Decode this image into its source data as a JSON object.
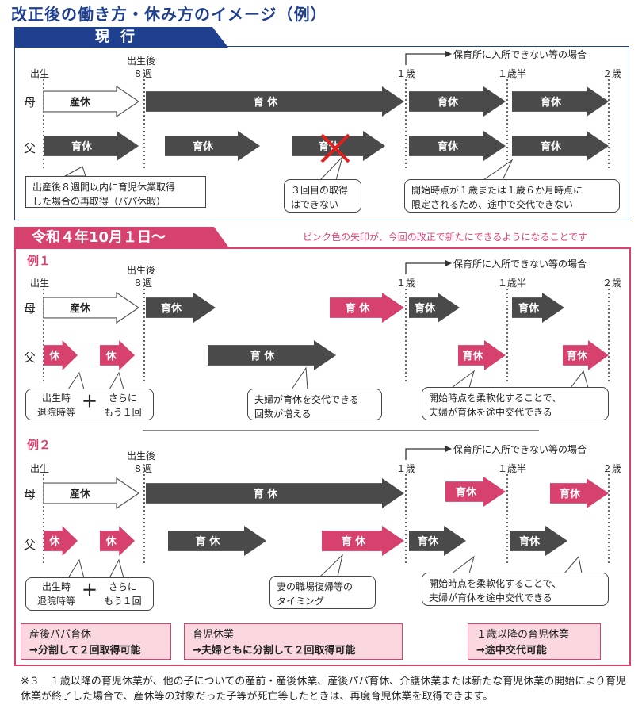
{
  "title": "改正後の働き方・休み方のイメージ（例）",
  "current": {
    "tab": "現行",
    "note_top": "保育所に入所できない等の場合",
    "timeline": {
      "birth": "出生",
      "after_birth": "出生後",
      "weeks8": "８週",
      "age1": "１歳",
      "age15": "１歳半",
      "age2": "２歳"
    },
    "mother": "母",
    "father": "父",
    "labels": {
      "sankyu": "産休",
      "ikukyu": "育 休",
      "ikukyu2": "育休"
    },
    "callouts": {
      "papa": "出産後８週間以内に育児休業取得\nした場合の再取得（パパ休暇）",
      "third": "３回目の取得\nはできない",
      "start": "開始時点が１歳または１歳６か月時点に\n限定されるため、途中で交代できない"
    }
  },
  "new": {
    "tab": "令和４年10月１日～",
    "pink_note": "ピンク色の矢印が、今回の改正で新たにできるようになることです",
    "ex1": {
      "title": "例１",
      "note_top": "保育所に入所できない等の場合",
      "callouts": {
        "birth_a": "出生時\n退院時等",
        "birth_b": "さらに\nもう１回",
        "plus": "＋",
        "swap": "夫婦が育休を交代できる\n回数が増える",
        "flex": "開始時点を柔軟化することで、\n夫婦が育休を途中交代できる"
      }
    },
    "ex2": {
      "title": "例２",
      "note_top": "保育所に入所できない等の場合",
      "callouts": {
        "birth_a": "出生時\n退院時等",
        "birth_b": "さらに\nもう１回",
        "plus": "＋",
        "return": "妻の職場復帰等の\nタイミング",
        "flex": "開始時点を柔軟化することで、\n夫婦が育休を途中交代できる"
      }
    },
    "labels": {
      "kyu": "休",
      "sankyu": "産休",
      "ikukyu": "育 休",
      "ikukyu2": "育休"
    },
    "summary": [
      {
        "title": "産後パパ育休",
        "body": "→分割して２回取得可能"
      },
      {
        "title": "育児休業",
        "body": "→夫婦ともに分割して２回取得可能"
      },
      {
        "title": "１歳以降の育児休業",
        "body": "→途中交代可能"
      }
    ]
  },
  "footnote": "※３　１歳以降の育児休業が、他の子についての産前・産後休業、産後パパ育休、介護休業または新たな育児休業の開始により育児休業が終了した場合で、産休等の対象だった子等が死亡等したときは、再度育児休業を取得できます。",
  "colors": {
    "navy": "#1f3f8f",
    "pink": "#d6416e",
    "dark": "#4a4a4a",
    "summary_bg": "#fbd8df"
  }
}
